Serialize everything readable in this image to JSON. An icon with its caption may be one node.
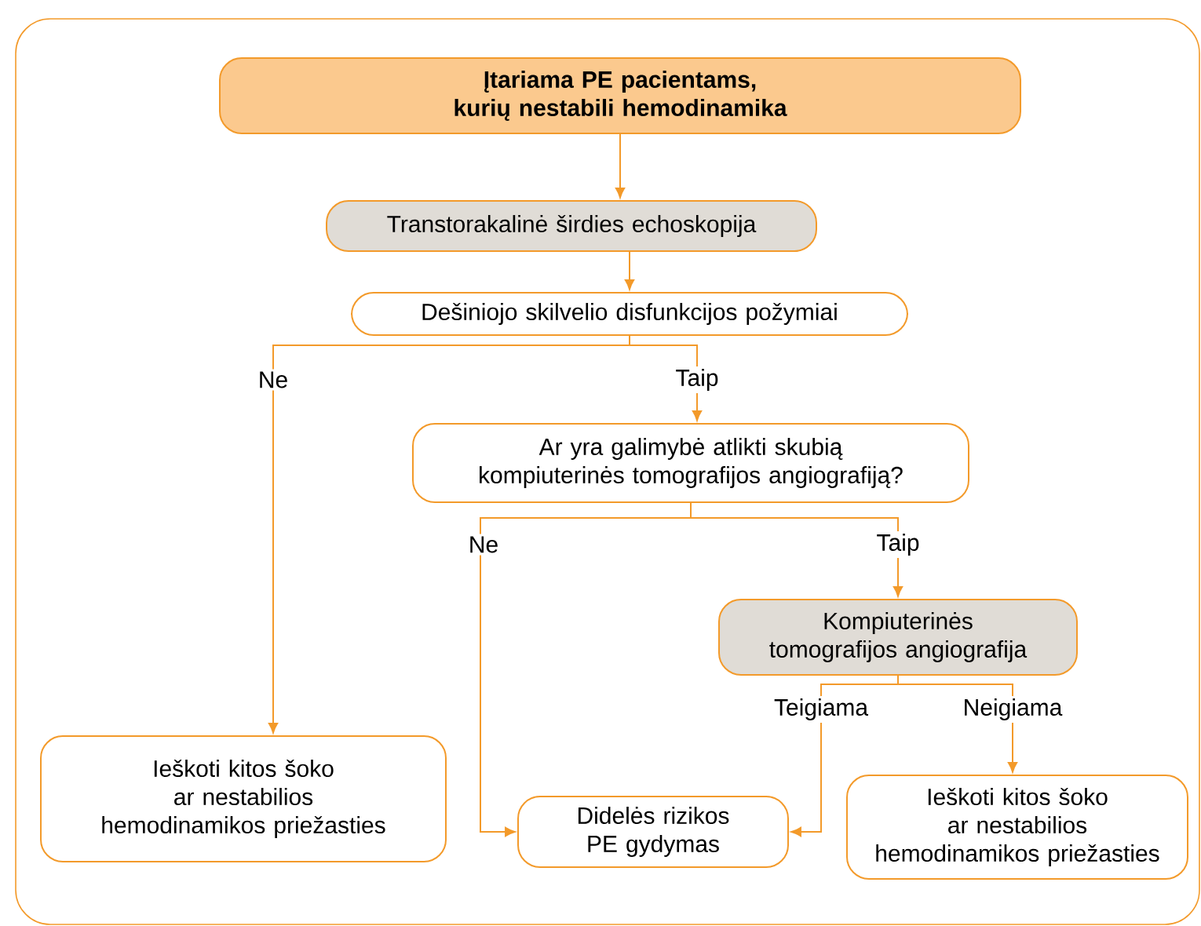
{
  "diagram": {
    "nodes": [
      {
        "text": [
          "Įtariama PE pacientams, kurių nestabili hemodinamika"
        ]
      },
      {
        "text": [
          "Transtorakalinė širdies echoskopija"
        ]
      },
      {
        "text": [
          "Dešiniojo skilvelio disfunkcijos požymiai"
        ]
      },
      {
        "text": [
          "Ar yra galimybė atlikti skubią kompiuterinės tomografijos angiografiją?"
        ]
      },
      {
        "text": [
          "Ieškoti kitos šoko ar nestabilios hemodinamikos priežasties"
        ]
      },
      {
        "text": [
          "Kompiuterinės tomografijos angiografija"
        ]
      },
      {
        "text": [
          "Didelės rizikos PE gydymas"
        ]
      },
      {
        "text": [
          "Ieškoti kitos šoko ar nestabilios hemodinamikos priežasties"
        ]
      }
    ],
    "edges": [
      {
        "from": 0,
        "to": 1,
        "arrow": "to"
      },
      {
        "from": 1,
        "to": 2,
        "arrow": "to"
      },
      {
        "from": 2,
        "to": 4,
        "arrow": "to",
        "label": "Ne"
      },
      {
        "from": 2,
        "to": 3,
        "arrow": "to",
        "label": "Taip"
      },
      {
        "from": 3,
        "to": 6,
        "arrow": "to",
        "label": "Ne"
      },
      {
        "from": 3,
        "to": 5,
        "arrow": "to",
        "label": "Taip"
      },
      {
        "from": 5,
        "to": 6,
        "arrow": "to",
        "label": "Teigiama"
      },
      {
        "from": 5,
        "to": 7,
        "arrow": "to",
        "label": "Neigiama"
      }
    ]
  }
}
